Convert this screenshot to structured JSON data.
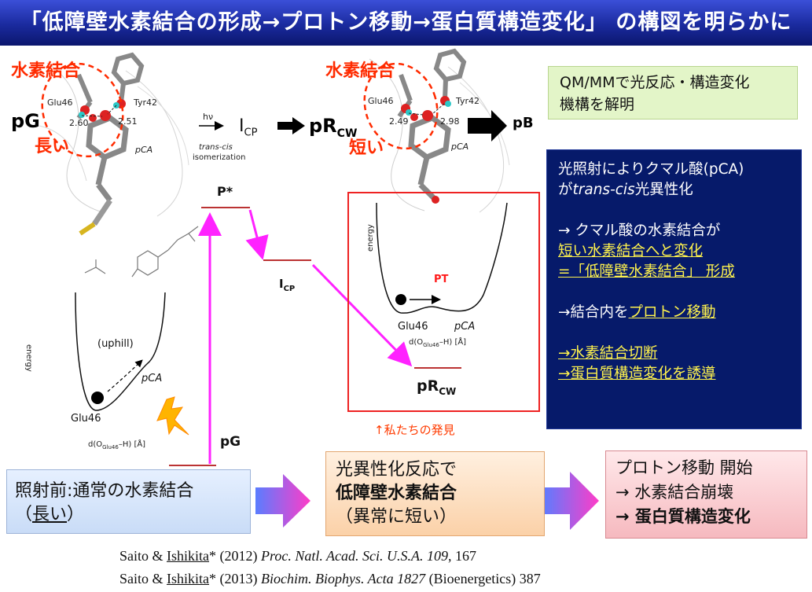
{
  "title": "「低障壁水素結合の形成→プロトン移動→蛋白質構造変化」 の構図を明らかに",
  "left_structure": {
    "hbond_label": "水素結合",
    "length_label": "長い",
    "residue_glu": "Glu46",
    "residue_tyr": "Tyr42",
    "dist_a": "2.60",
    "dist_b": "2.51",
    "chromophore": "pCA",
    "state": "pG"
  },
  "right_structure": {
    "hbond_label": "水素結合",
    "length_label": "短い",
    "residue_glu": "Glu46",
    "residue_tyr": "Tyr42",
    "dist_a": "2.49",
    "dist_b": "2.98",
    "chromophore": "pCA"
  },
  "photocycle": {
    "hv": "hν",
    "isomerization_line1": "trans-cis",
    "isomerization_line2": "isomerization",
    "icp_label": "I",
    "icp_sub": "CP",
    "pr_label": "pR",
    "pr_sub": "CW",
    "pb_label": "pB"
  },
  "energy_diagram": {
    "pstar": "P*",
    "icp": "I",
    "icp_sub": "CP",
    "pg": "pG",
    "pr": "pR",
    "pr_sub": "CW",
    "left_well": {
      "energy_axis": "energy",
      "uphill": "(uphill)",
      "glu": "Glu46",
      "pca": "pCA",
      "xaxis": "d(O",
      "xaxis_sub": "Glu46",
      "xaxis_tail": "–H) [Å]"
    },
    "right_well": {
      "energy_axis": "energy",
      "pt": "PT",
      "glu": "Glu46",
      "pca": "pCA",
      "xaxis": "d(O",
      "xaxis_sub": "Glu46",
      "xaxis_tail": "–H) [Å]"
    },
    "discovery": "↑私たちの発見"
  },
  "qmmm": {
    "line1": "QM/MMで光反応・構造変化",
    "line2": "機構を解明"
  },
  "info": {
    "l1": "光照射によりクマル酸(pCA)",
    "l2a": "が",
    "l2b": "trans-cis",
    "l2c": "光異性化",
    "l3": "→ クマル酸の水素結合が",
    "l4": "短い水素結合へと変化",
    "l5": "=「低障壁水素結合」 形成",
    "l6a": "→結合内を",
    "l6b": "プロトン移動",
    "l7": "→水素結合切断",
    "l8": "→蛋白質構造変化を誘導"
  },
  "steps": {
    "s1_line1": "照射前:通常の水素結合",
    "s1_line2a": "（",
    "s1_line2b": "長い",
    "s1_line2c": "）",
    "s2_line1": "光異性化反応で",
    "s2_line2": "低障壁水素結合",
    "s2_line3": "（異常に短い）",
    "s3_line1": "プロトン移動 開始",
    "s3_line2": "→ 水素結合崩壊",
    "s3_line3": "→ 蛋白質構造変化"
  },
  "references": {
    "r1_authors": "Saito & ",
    "r1_star": "Ishikita",
    "r1_rest": "*  (2012) ",
    "r1_journal": "Proc. Natl. Acad. Sci. U.S.A. 109",
    "r1_page": ", 167",
    "r2_authors": "Saito & ",
    "r2_star": "Ishikita",
    "r2_rest": "*  (2013) ",
    "r2_journal": "Biochim. Biophys. Acta 1827",
    "r2_page": " (Bioenergetics)  387"
  },
  "colors": {
    "title_bg": "#1a2a9e",
    "hbond_red": "#ff2b00",
    "magenta_arrow": "#ff22ff",
    "info_bg": "#061a6a",
    "info_highlight": "#fff34d",
    "frame_red": "#ee2222"
  }
}
